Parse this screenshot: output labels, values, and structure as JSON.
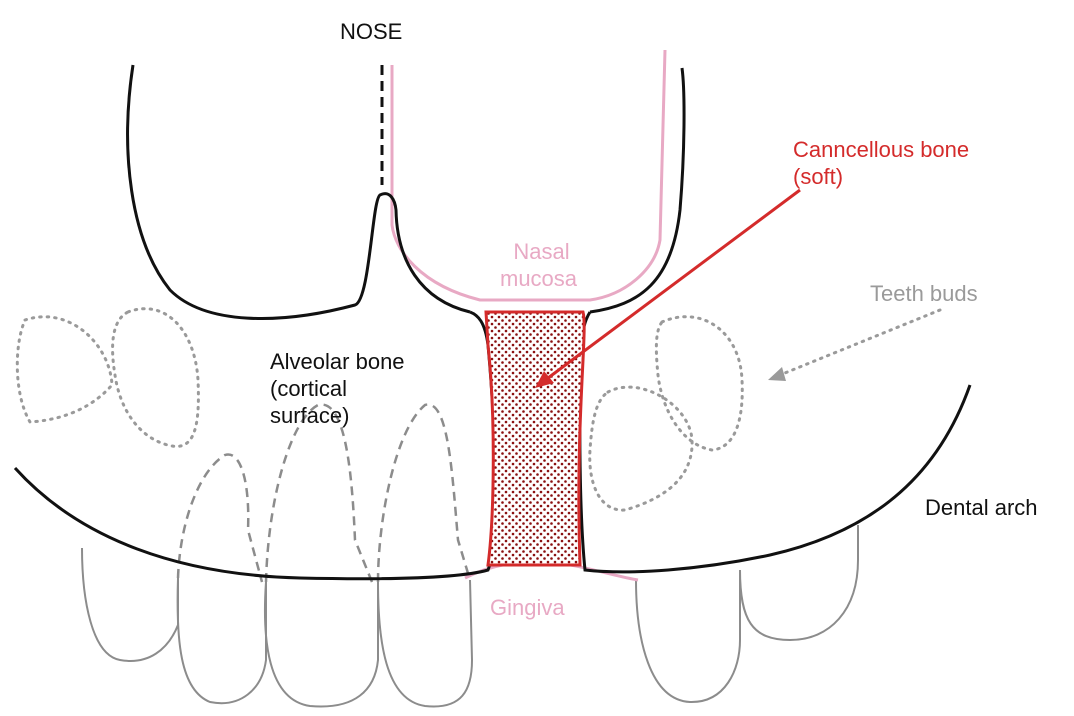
{
  "labels": {
    "nose": "NOSE",
    "cancellous_line1": "Canncellous bone",
    "cancellous_line2": "(soft)",
    "nasal_line1": "Nasal",
    "nasal_line2": "mucosa",
    "teeth_buds": "Teeth buds",
    "alveolar_line1": "Alveolar bone",
    "alveolar_line2": "(cortical",
    "alveolar_line3": "surface)",
    "dental_arch": "Dental arch",
    "gingiva": "Gingiva"
  },
  "colors": {
    "outline": "#111111",
    "mucosa": "#e8a9c4",
    "cancellous": "#d42b2b",
    "teeth_buds": "#9a9a9a",
    "teeth": "#8c8c8c",
    "text": "#111111"
  }
}
